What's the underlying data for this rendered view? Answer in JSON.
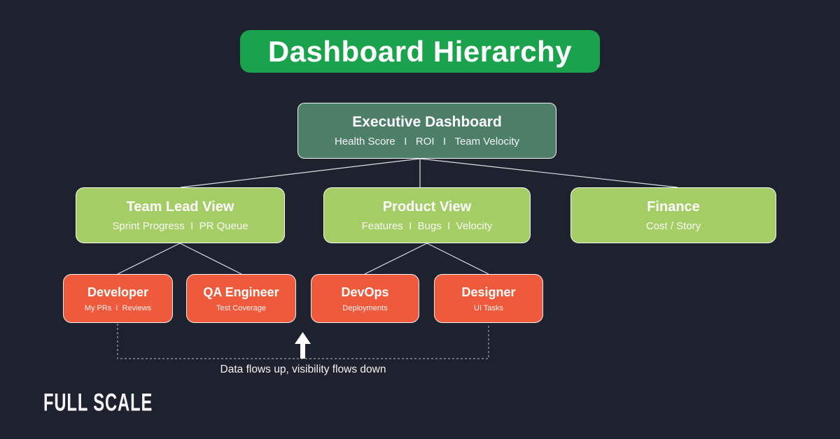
{
  "title_banner": {
    "label": "Dashboard Hierarchy"
  },
  "tree": {
    "root": {
      "title": "Executive Dashboard",
      "subtitle": "Health Score   I   ROI   I   Team Velocity"
    },
    "branches": [
      {
        "title": "Team Lead View",
        "subtitle": "Sprint Progress  I  PR Queue"
      },
      {
        "title": "Product View",
        "subtitle": "Features  I  Bugs  I  Velocity"
      },
      {
        "title": "Finance",
        "subtitle": "Cost / Story"
      }
    ],
    "leaves": [
      {
        "title": "Developer",
        "subtitle": "My PRs  I  Reviews"
      },
      {
        "title": "QA Engineer",
        "subtitle": "Test Coverage"
      },
      {
        "title": "DevOps",
        "subtitle": "Deployments"
      },
      {
        "title": "Designer",
        "subtitle": "UI Tasks"
      }
    ]
  },
  "caption": {
    "text": "Data flows up, visibility flows down"
  },
  "logo": {
    "text": "FULL SCALE"
  },
  "colors": {
    "background": "#1e222e",
    "title_green": "#1ba24c",
    "root_green": "#4d7e68",
    "branch_green": "#a4cd65",
    "leaf_orange": "#ee5a3b",
    "line": "#dcdee3",
    "dashed_line": "#b9bcc4",
    "text": "#ffffff"
  }
}
